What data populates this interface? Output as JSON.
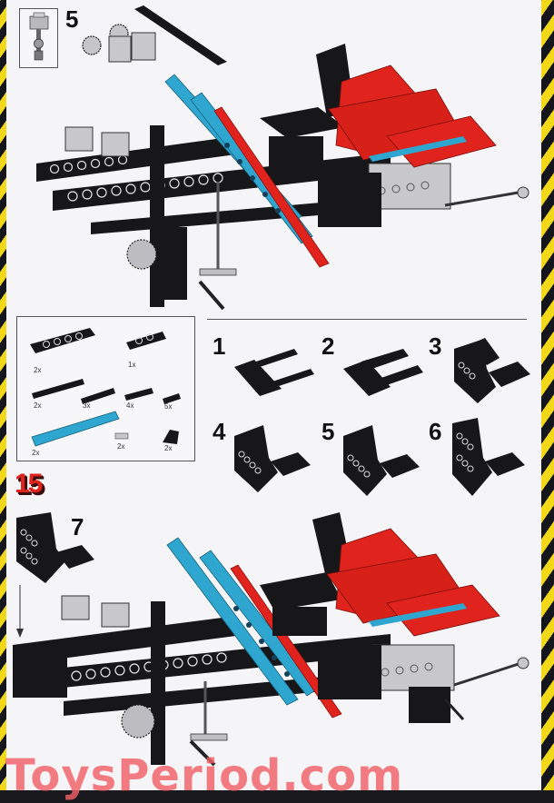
{
  "page": {
    "type": "LEGO Technic building instructions page",
    "background": "#f5f5f7",
    "border_stripes": {
      "colors": [
        "#f3d81a",
        "#14161c"
      ],
      "sides": [
        "left",
        "right",
        "bottom"
      ]
    }
  },
  "top_section": {
    "step_number": "5",
    "callout_icon": "small-gray-brick-with-axle-icon",
    "model_icon": "chassis-assembly-with-red-cab-icon",
    "colors": {
      "body": "#17171a",
      "accent_blue": "#2fa6cf",
      "cab_red": "#e0231c",
      "gray": "#c9c9cc"
    }
  },
  "parts_callout": {
    "items": [
      {
        "part": "black-technic-beam-1x6",
        "qty": "2x"
      },
      {
        "part": "black-technic-beam-1x4",
        "qty": "1x"
      },
      {
        "part": "black-plate-1x6",
        "qty": "2x"
      },
      {
        "part": "black-plate-1x4",
        "qty": "3x"
      },
      {
        "part": "black-plate-1x3",
        "qty": "4x"
      },
      {
        "part": "black-plate-1x2",
        "qty": "5x"
      },
      {
        "part": "blue-plate-1x8",
        "qty": "2x"
      },
      {
        "part": "gray-connector-peg",
        "qty": "2x"
      },
      {
        "part": "black-slope-brick",
        "qty": "2x"
      }
    ]
  },
  "substeps": [
    {
      "number": "1",
      "icon": "plate-frame-stage-1-icon"
    },
    {
      "number": "2",
      "icon": "plate-frame-stage-2-icon"
    },
    {
      "number": "3",
      "icon": "frame-with-slope-stage-3-icon"
    },
    {
      "number": "4",
      "icon": "frame-with-beam-stage-4-icon"
    },
    {
      "number": "5",
      "icon": "frame-with-beams-stage-5-icon"
    },
    {
      "number": "6",
      "icon": "frame-with-beams-stage-6-icon"
    }
  ],
  "bottom_section": {
    "step_number": "15",
    "substep_label": "7",
    "substep_icon": "completed-subassembly-icon",
    "model_icon": "chassis-assembly-final-icon"
  },
  "watermark": {
    "text": "ToysPeriod.com",
    "color": "#f26068"
  }
}
